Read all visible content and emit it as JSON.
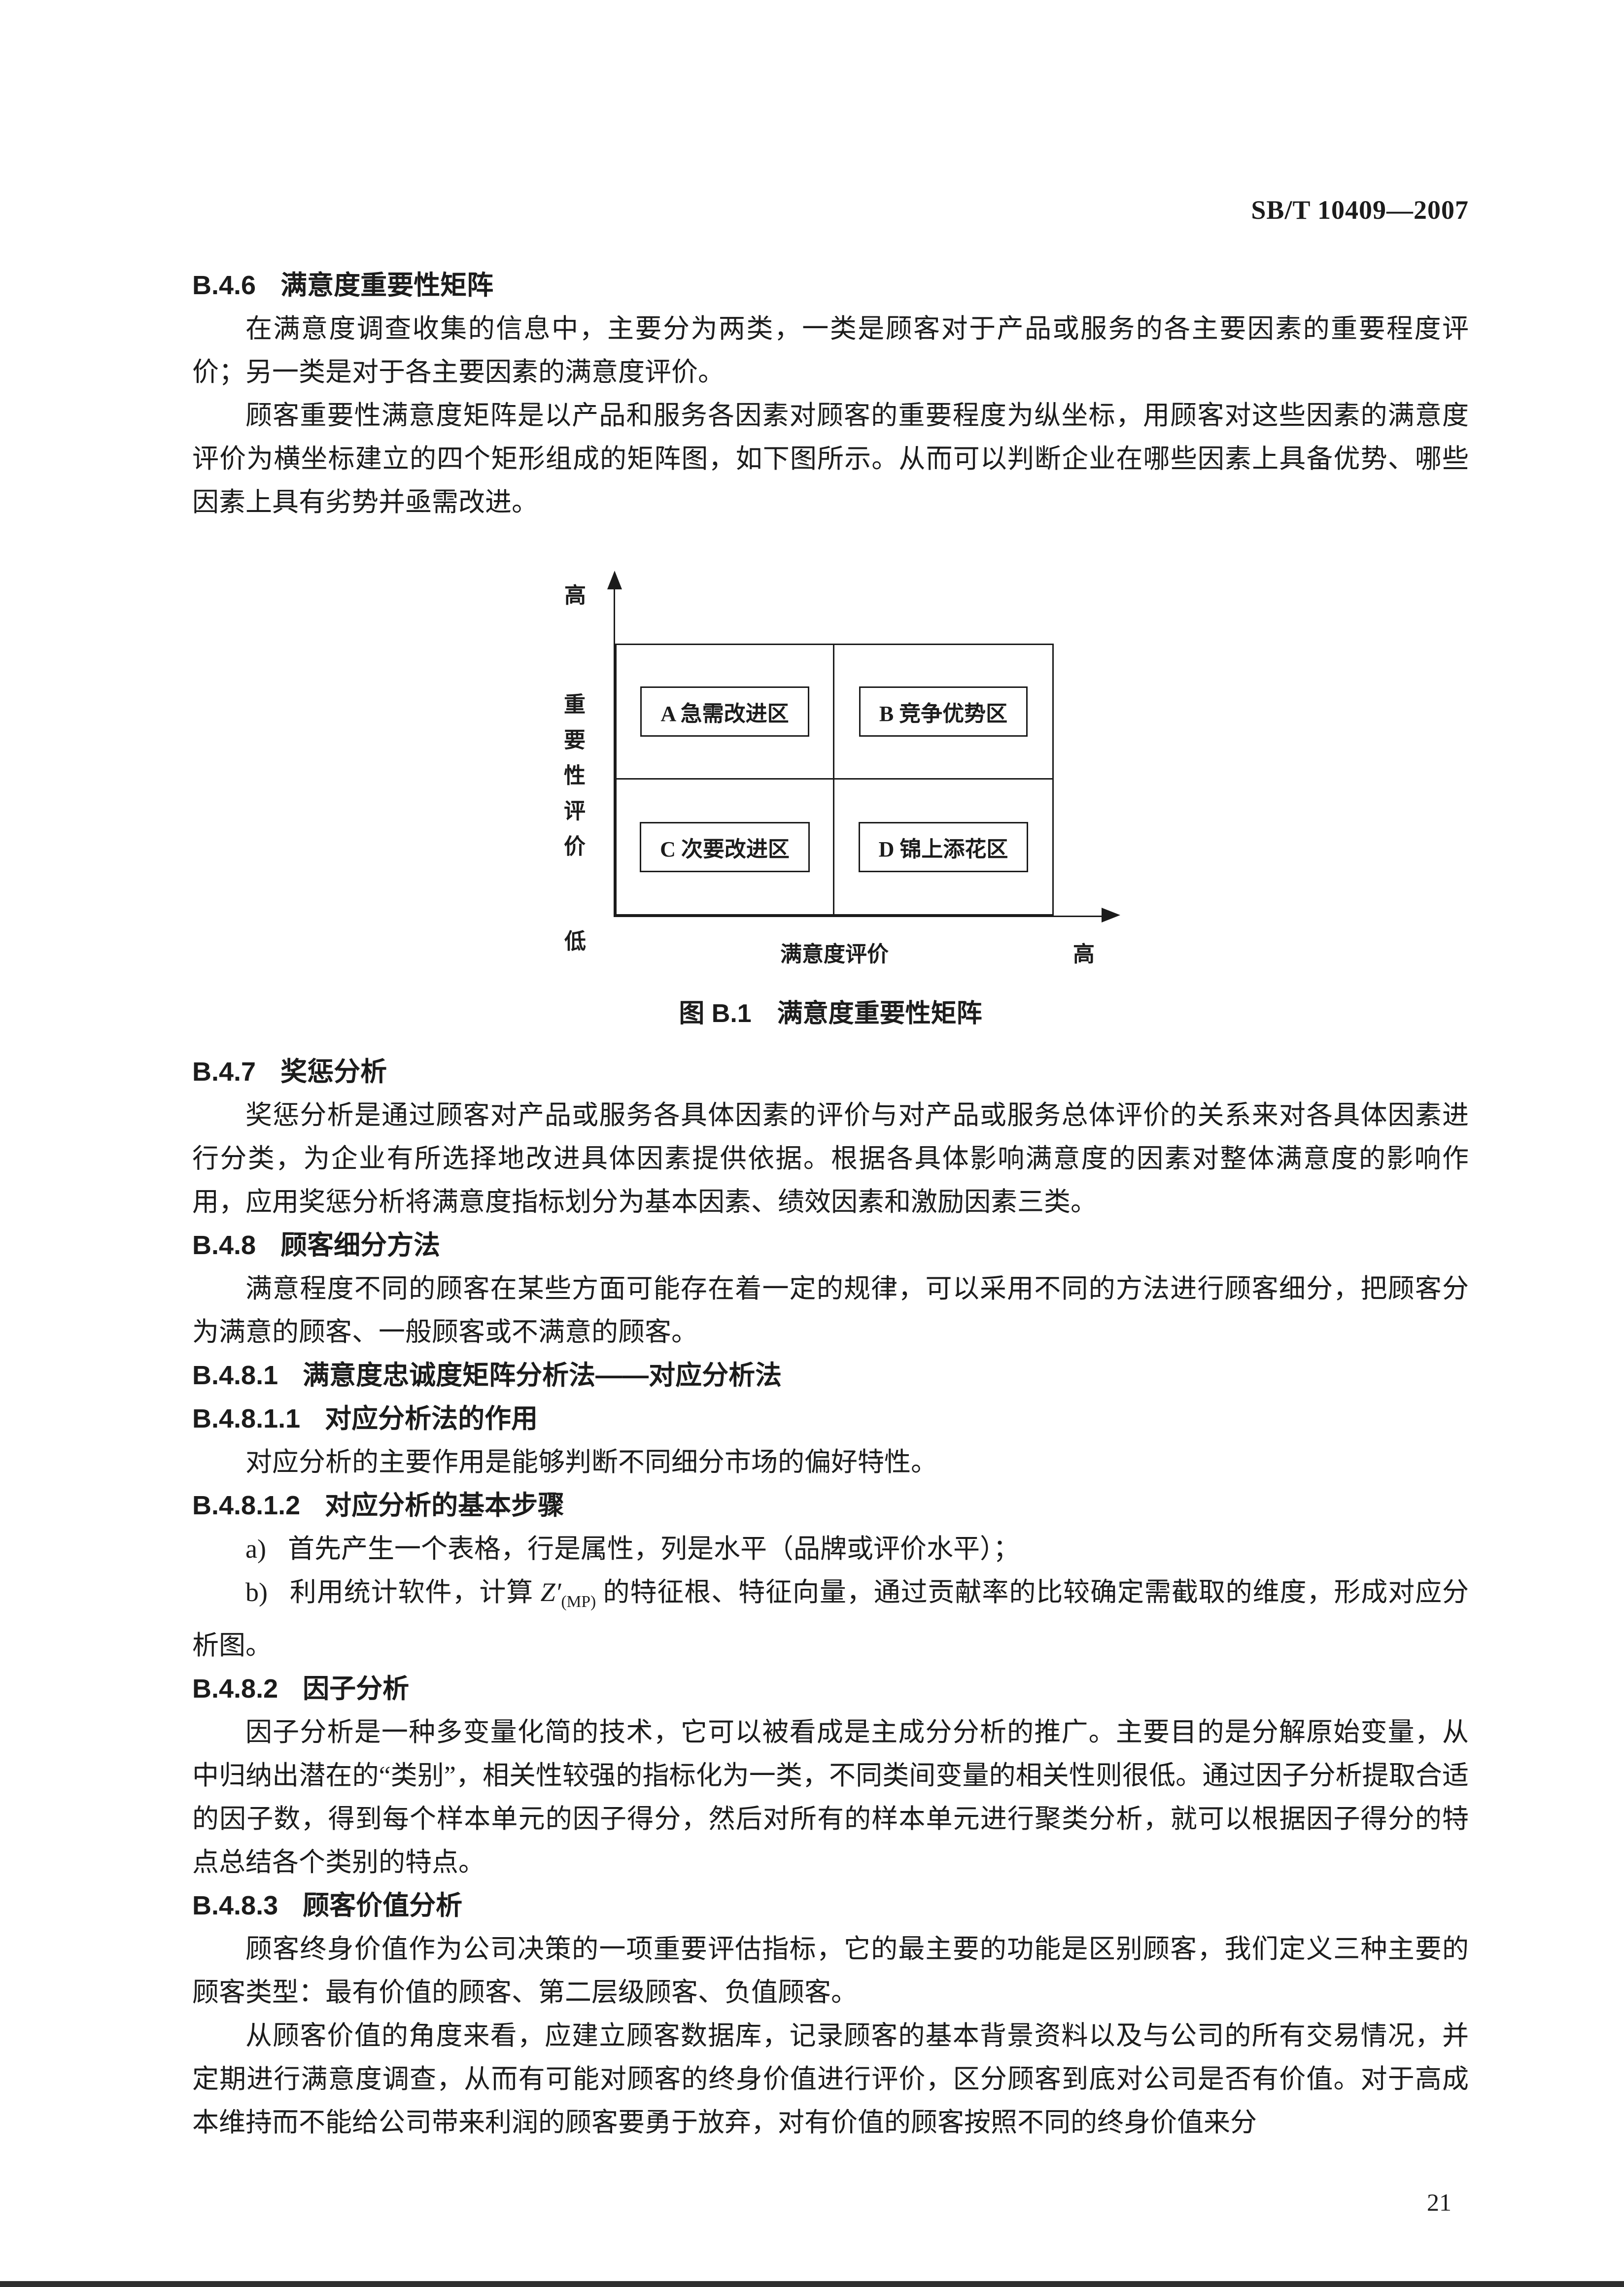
{
  "header": {
    "doc_code": "SB/T 10409—2007"
  },
  "sections": {
    "b46": {
      "num": "B.4.6",
      "title": "满意度重要性矩阵",
      "p1": "在满意度调查收集的信息中，主要分为两类，一类是顾客对于产品或服务的各主要因素的重要程度评价；另一类是对于各主要因素的满意度评价。",
      "p2": "顾客重要性满意度矩阵是以产品和服务各因素对顾客的重要程度为纵坐标，用顾客对这些因素的满意度评价为横坐标建立的四个矩形组成的矩阵图，如下图所示。从而可以判断企业在哪些因素上具备优势、哪些因素上具有劣势并亟需改进。"
    },
    "figure": {
      "y_high": "高",
      "y_title": "重要性评价",
      "y_low": "低",
      "x_title": "满意度评价",
      "x_high": "高",
      "quad_a": "A 急需改进区",
      "quad_b": "B 竞争优势区",
      "quad_c": "C 次要改进区",
      "quad_d": "D 锦上添花区",
      "caption": "图 B.1　满意度重要性矩阵"
    },
    "b47": {
      "num": "B.4.7",
      "title": "奖惩分析",
      "p1": "奖惩分析是通过顾客对产品或服务各具体因素的评价与对产品或服务总体评价的关系来对各具体因素进行分类，为企业有所选择地改进具体因素提供依据。根据各具体影响满意度的因素对整体满意度的影响作用，应用奖惩分析将满意度指标划分为基本因素、绩效因素和激励因素三类。"
    },
    "b48": {
      "num": "B.4.8",
      "title": "顾客细分方法",
      "p1": "满意程度不同的顾客在某些方面可能存在着一定的规律，可以采用不同的方法进行顾客细分，把顾客分为满意的顾客、一般顾客或不满意的顾客。"
    },
    "b481": {
      "num": "B.4.8.1",
      "title": "满意度忠诚度矩阵分析法——对应分析法"
    },
    "b4811": {
      "num": "B.4.8.1.1",
      "title": "对应分析法的作用",
      "p1": "对应分析的主要作用是能够判断不同细分市场的偏好特性。"
    },
    "b4812": {
      "num": "B.4.8.1.2",
      "title": "对应分析的基本步骤",
      "item_a_marker": "a)",
      "item_a_text": "首先产生一个表格，行是属性，列是水平（品牌或评价水平）；",
      "item_b_marker": "b)",
      "item_b_pre": "利用统计软件，计算 ",
      "item_b_z": "Z′",
      "item_b_sub": "(MP)",
      "item_b_post": " 的特征根、特征向量，通过贡献率的比较确定需截取的维度，形成对应分析图。"
    },
    "b482": {
      "num": "B.4.8.2",
      "title": "因子分析",
      "p1": "因子分析是一种多变量化简的技术，它可以被看成是主成分分析的推广。主要目的是分解原始变量，从中归纳出潜在的“类别”，相关性较强的指标化为一类，不同类间变量的相关性则很低。通过因子分析提取合适的因子数，得到每个样本单元的因子得分，然后对所有的样本单元进行聚类分析，就可以根据因子得分的特点总结各个类别的特点。"
    },
    "b483": {
      "num": "B.4.8.3",
      "title": "顾客价值分析",
      "p1": "顾客终身价值作为公司决策的一项重要评估指标，它的最主要的功能是区别顾客，我们定义三种主要的顾客类型：最有价值的顾客、第二层级顾客、负值顾客。",
      "p2": "从顾客价值的角度来看，应建立顾客数据库，记录顾客的基本背景资料以及与公司的所有交易情况，并定期进行满意度调查，从而有可能对顾客的终身价值进行评价，区分顾客到底对公司是否有价值。对于高成本维持而不能给公司带来利润的顾客要勇于放弃，对有价值的顾客按照不同的终身价值来分"
    }
  },
  "footer": {
    "page_number": "21"
  }
}
